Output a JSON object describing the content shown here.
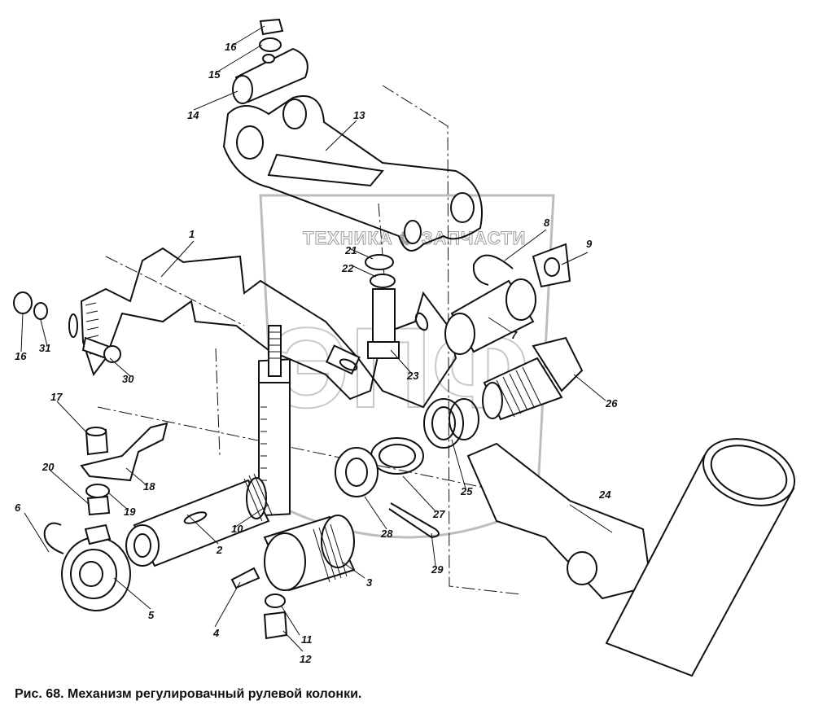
{
  "caption": "Рис. 68. Механизм регулировачный рулевой колонки.",
  "watermark": {
    "text": "ТЕХНИКА ⚙ ЗАПЧАСТИ",
    "emblem": "ЭПФ"
  },
  "callouts": [
    "1",
    "2",
    "3",
    "4",
    "5",
    "6",
    "7",
    "8",
    "9",
    "10",
    "11",
    "12",
    "13",
    "14",
    "15",
    "16",
    "16",
    "17",
    "18",
    "19",
    "20",
    "21",
    "22",
    "23",
    "24",
    "25",
    "26",
    "27",
    "28",
    "29",
    "30",
    "31"
  ]
}
